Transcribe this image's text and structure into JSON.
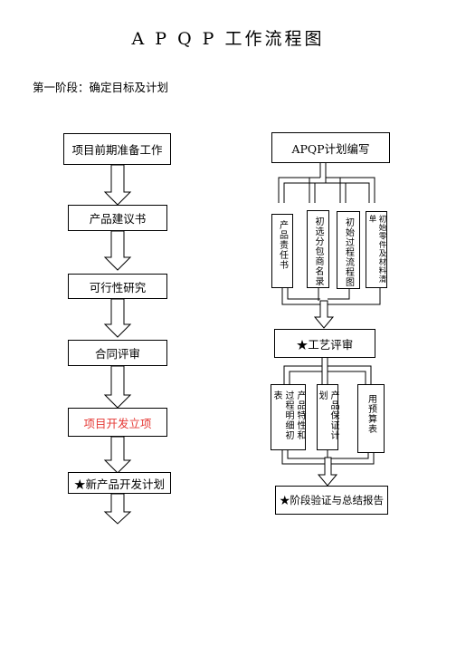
{
  "title": "A P Q P 工作流程图",
  "stage": "第一阶段：确定目标及计划",
  "left_flow": {
    "step1": "项目前期准备工作",
    "step2": "产品建议书",
    "step3": "可行性研究",
    "step4": "合同评审",
    "step5": "项目开发立项",
    "step6": "★新产品开发计划"
  },
  "right_flow": {
    "top": "APQP计划编写",
    "sub1": [
      "产品责任书",
      "初选分包商名录",
      "初始过程流程图",
      "初始零件及材料清单"
    ],
    "review": "★工艺评审",
    "sub2": [
      "产品特性和过程明细初表",
      "产品保证计划",
      "用预算表"
    ],
    "bottom": "★阶段验证与总结报告"
  },
  "colors": {
    "highlight": "#e53935",
    "line": "#000000"
  }
}
